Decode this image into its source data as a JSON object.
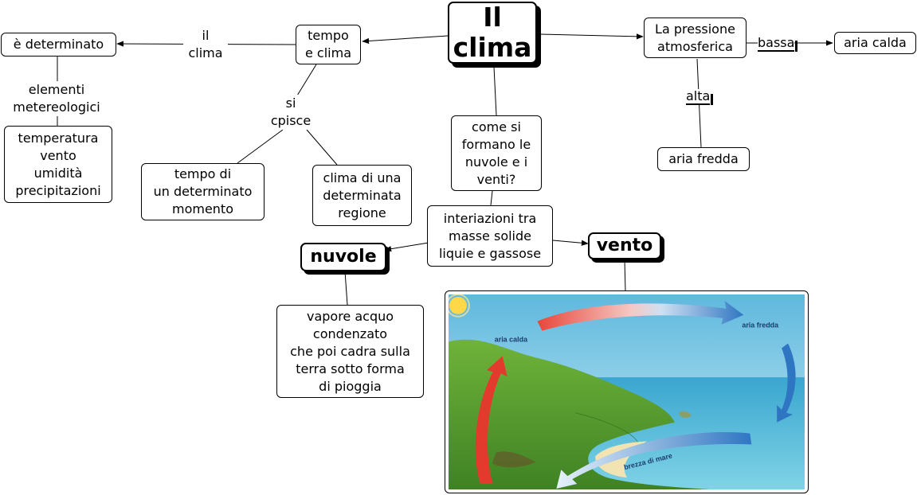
{
  "map": {
    "title": "Il\nclima",
    "tempo_clima": "tempo\ne clima",
    "il_clima_label": "il\nclima",
    "determinato": "è determinato",
    "elementi_label": "elementi\nmetereologici",
    "elementi_list": "temperatura\nvento\numidità\nprecipitazioni",
    "si_capisce_label": "si\ncpisce",
    "tempo_momento": "tempo di\nun determinato\nmomento",
    "clima_regione": "clima di una\ndeterminata\nregione",
    "come_si_formano": "come si\nformano le\nnuvole e i\nventi?",
    "interiazioni": "interiazioni tra\nmasse solide\nliquie e gassose",
    "nuvole": "nuvole",
    "vapore": "vapore acquo\ncondenzato\nche poi cadra sulla\nterra sotto forma\ndi pioggia",
    "vento": "vento",
    "pressione": "La pressione\natmosferica",
    "bassa_label": "bassa",
    "aria_calda": "aria calda",
    "alta_label": "alta",
    "aria_fredda": "aria fredda"
  },
  "illustration": {
    "label_aria_calda": "aria calda",
    "label_aria_fredda": "aria fredda",
    "label_brezza": "brezza di mare"
  },
  "colors": {
    "sky": "#8fcfe6",
    "sea": "#3aa6cf",
    "grass": "#4f9a2c",
    "warm_arrow": "#e23b2e",
    "cool_arrow": "#2f76c2"
  }
}
